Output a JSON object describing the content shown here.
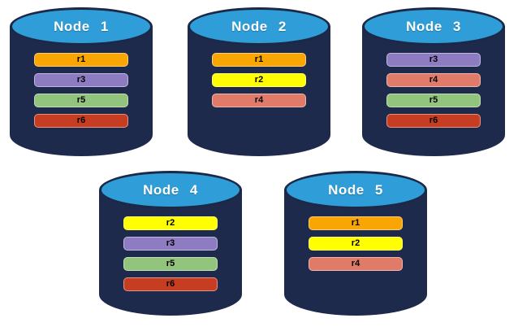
{
  "diagram": {
    "description": "Five database node cylinders showing replicated records"
  },
  "colors": {
    "cylinder_body": "#1E2A4C",
    "cylinder_top_fill": "#2F9DD8",
    "cylinder_outline": "#1B2846",
    "node_label_text": "#FFFFFF",
    "bar_text": "#000000"
  },
  "record_colors": {
    "r1": "#F9A602",
    "r2": "#FFFF00",
    "r3": "#8E7CC3",
    "r4": "#E07B6A",
    "r5": "#93C47D",
    "r6": "#C63D22"
  },
  "nodes": [
    {
      "label": "Node 1",
      "records": [
        "r1",
        "r3",
        "r5",
        "r6"
      ]
    },
    {
      "label": "Node 2",
      "records": [
        "r1",
        "r2",
        "r4"
      ]
    },
    {
      "label": "Node 3",
      "records": [
        "r3",
        "r4",
        "r5",
        "r6"
      ]
    },
    {
      "label": "Node 4",
      "records": [
        "r2",
        "r3",
        "r5",
        "r6"
      ]
    },
    {
      "label": "Node 5",
      "records": [
        "r1",
        "r2",
        "r4"
      ]
    }
  ]
}
